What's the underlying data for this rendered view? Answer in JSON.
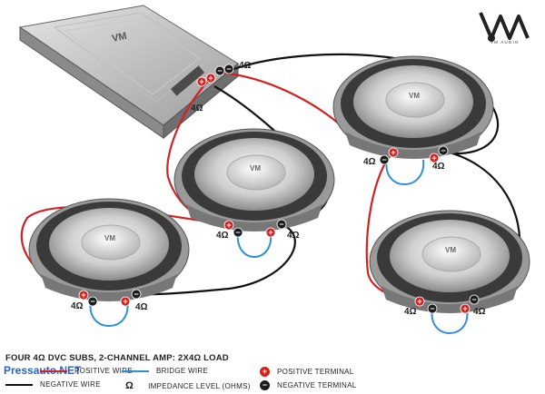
{
  "brand": {
    "logo_text": "VM",
    "sub_text": "VM AUDIO",
    "amp_badge": "VM",
    "speaker_badge": "VM"
  },
  "caption": "FOUR 4Ω DVC SUBS, 2-CHANNEL AMP: 2X4Ω LOAD",
  "watermark": "Pressauto.NET",
  "labels": {
    "ohm": "4Ω",
    "positive_sign": "+",
    "negative_sign": "−"
  },
  "legend": {
    "positive_wire": "POSITIVE WIRE",
    "negative_wire": "NEGATIVE WIRE",
    "bridge_wire": "BRIDGE WIRE",
    "impedance": "IMPEDANCE LEVEL (OHMS)",
    "impedance_symbol": "Ω",
    "positive_terminal": "POSITIVE TERMINAL",
    "negative_terminal": "NEGATIVE TERMINAL"
  },
  "colors": {
    "positive": "#d42020",
    "negative": "#111111",
    "bridge": "#2e8fd6",
    "terminal_red": "#d42020",
    "terminal_black": "#1b1b1b"
  }
}
